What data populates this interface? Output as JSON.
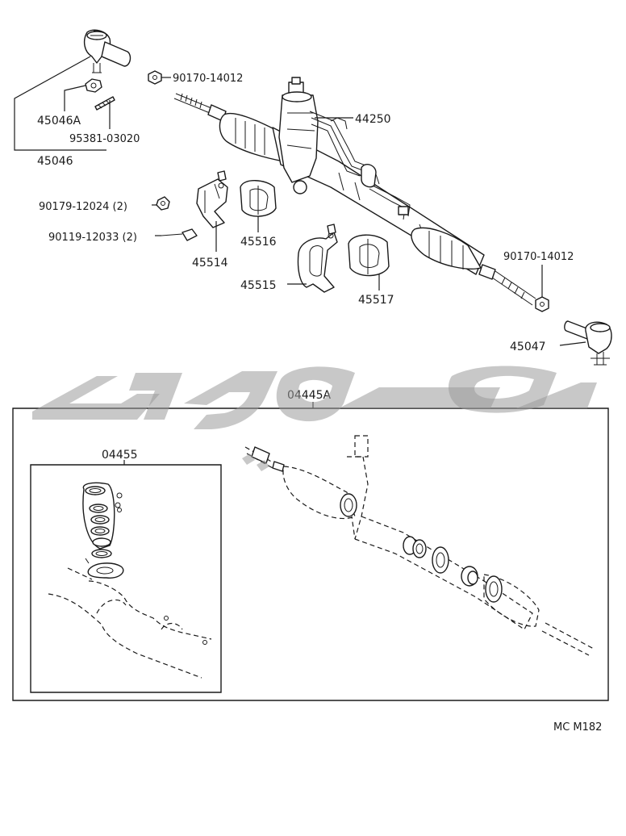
{
  "labels": {
    "p45046A": "45046A",
    "p95381": "95381-03020",
    "p45046": "45046",
    "p90170_top": "90170-14012",
    "p44250": "44250",
    "p90179": "90179-12024 (2)",
    "p90119": "90119-12033 (2)",
    "p45516": "45516",
    "p45514": "45514",
    "p45515": "45515",
    "p45517": "45517",
    "p90170_right": "90170-14012",
    "p45047": "45047",
    "k04445A": "04445A",
    "k04455": "04455"
  },
  "footer": {
    "code": "MC M182"
  },
  "colors": {
    "ink": "#1a1a1a",
    "watermark": "#9a9a9a",
    "background": "#ffffff"
  }
}
